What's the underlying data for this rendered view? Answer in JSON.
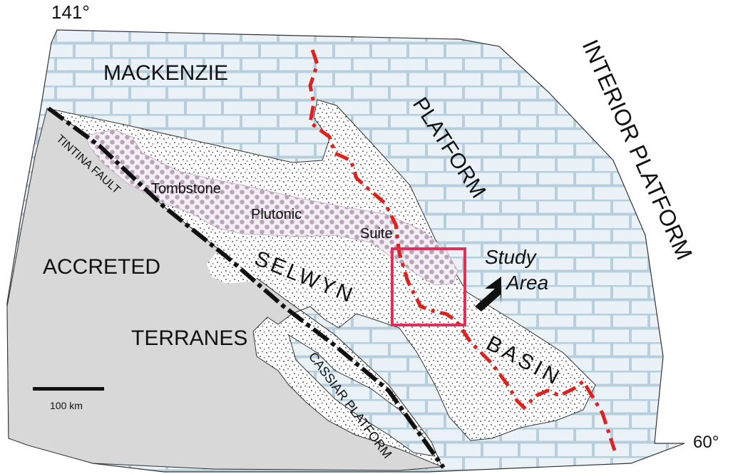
{
  "map": {
    "corner_labels": {
      "longitude": "141°",
      "latitude": "60°"
    },
    "region_labels": {
      "mackenzie": "MACKENZIE",
      "platform": "PLATFORM",
      "interior_platform": "INTERIOR PLATFORM",
      "accreted": "ACCRETED",
      "terranes": "TERRANES",
      "selwyn": "SELWYN",
      "basin": "BASIN",
      "tintina_fault": "TINTINA FAULT",
      "cassiar_platform": "CASSIAR PLATFORM"
    },
    "pluton_labels": {
      "tombstone": "Tombstone",
      "plutonic": "Plutonic",
      "suite": "Suite"
    },
    "study_area": {
      "line1": "Study",
      "line2": "Area"
    },
    "scale_bar": {
      "label": "100 km"
    },
    "colors": {
      "platform_fill": "#eaf2f7",
      "brick_lines": "#b7cfdc",
      "terrane_fill": "#d8d8d8",
      "pluton_dots": "#b9a3b8",
      "red_boundary": "#e0201c",
      "study_box": "#e0305a",
      "fault_line": "#111111"
    }
  }
}
